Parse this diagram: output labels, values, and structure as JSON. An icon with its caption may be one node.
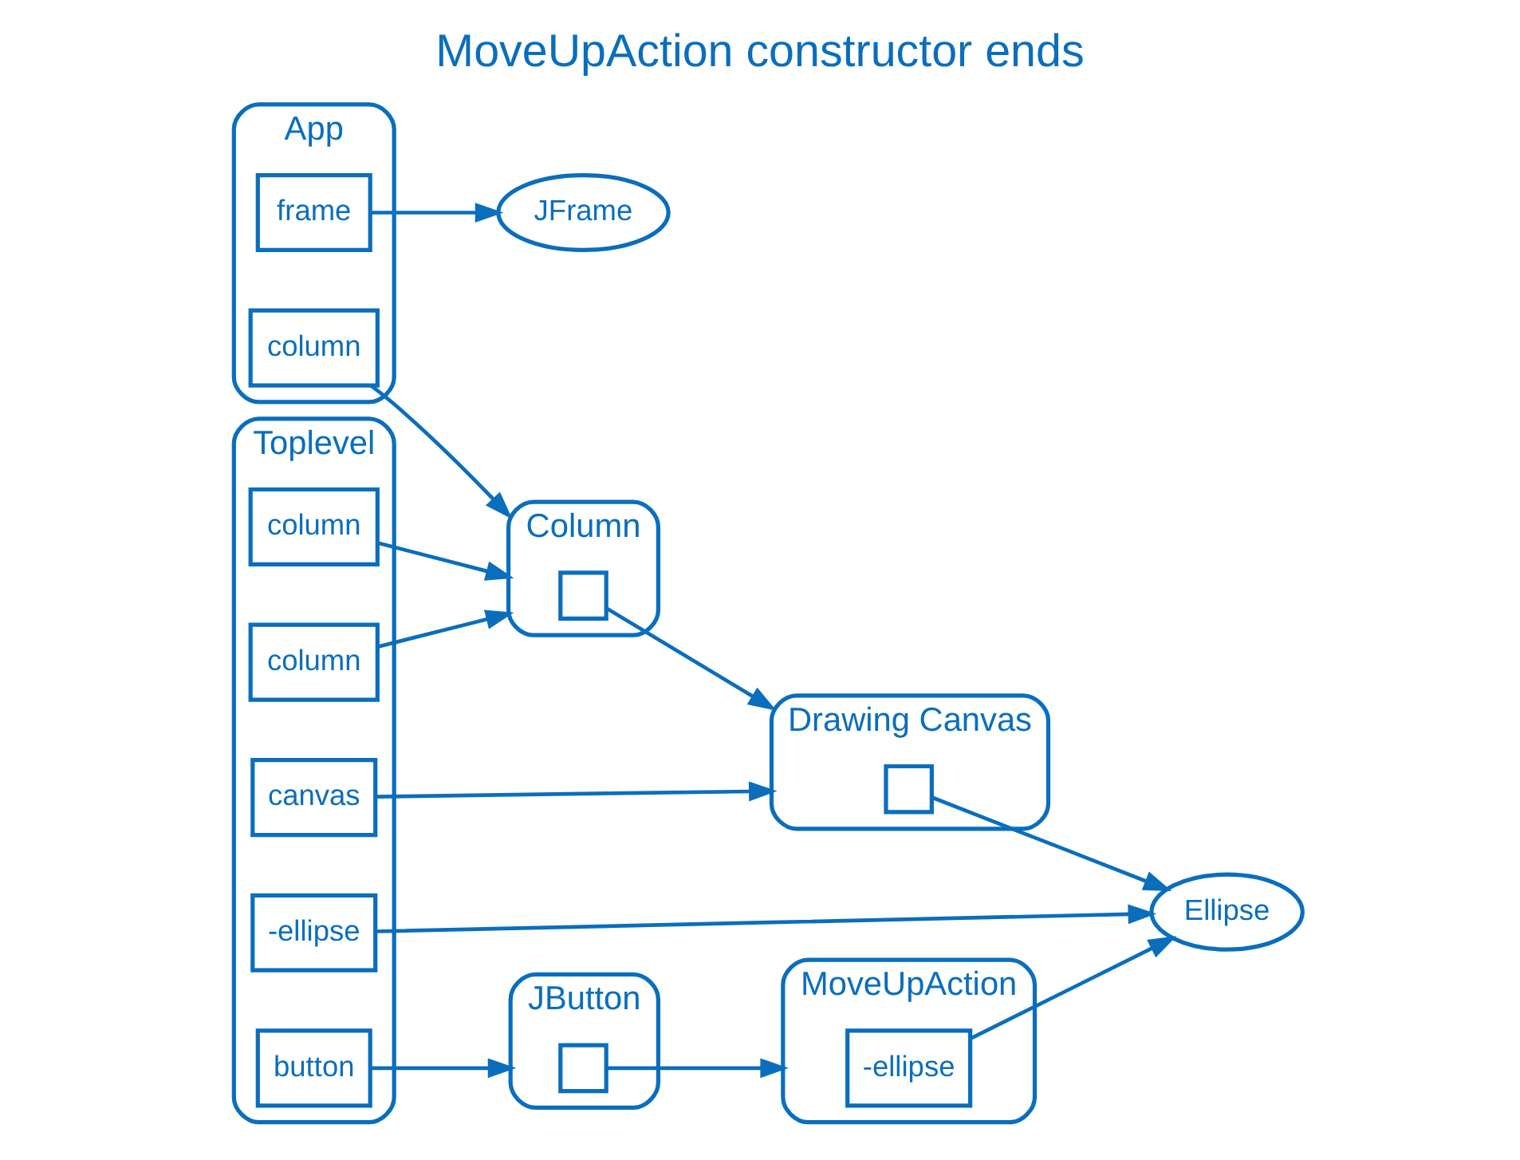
{
  "diagram": {
    "title": "MoveUpAction constructor ends",
    "nodes": [
      {
        "text": [
          "App"
        ]
      },
      {
        "text": [
          "frame"
        ],
        "in": 0
      },
      {
        "text": [
          "column"
        ],
        "in": 0
      },
      {
        "text": [
          "JFrame"
        ]
      },
      {
        "text": [
          "Column"
        ]
      },
      {
        "text": [],
        "shape": "box",
        "in": 4
      },
      {
        "text": [
          "Ellipse"
        ]
      },
      {
        "text": [
          "Toplevel"
        ]
      },
      {
        "text": [
          "-ellipse"
        ],
        "in": 7
      },
      {
        "text": [
          "column"
        ],
        "in": 7
      },
      {
        "text": [
          "column"
        ],
        "in": 7
      },
      {
        "text": [
          "button"
        ],
        "in": 7
      },
      {
        "text": [
          "canvas"
        ],
        "in": 7
      },
      {
        "text": [
          "Drawing Canvas"
        ]
      },
      {
        "text": [],
        "shape": "box",
        "in": 13
      },
      {
        "text": [
          "MoveUpAction"
        ]
      },
      {
        "text": [
          "-ellipse"
        ],
        "in": 15
      },
      {
        "text": [
          "JButton"
        ]
      },
      {
        "text": [],
        "shape": "box",
        "in": 17
      }
    ],
    "edges": [
      {
        "from": 1,
        "to": 3,
        "arrow": "to"
      },
      {
        "from": 2,
        "to": 4,
        "arrow": "to"
      },
      {
        "from": 8,
        "to": 6,
        "arrow": "to"
      },
      {
        "from": 9,
        "to": 4,
        "arrow": "to"
      },
      {
        "from": 10,
        "to": 4,
        "arrow": "to"
      },
      {
        "from": 11,
        "to": 17,
        "arrow": "to"
      },
      {
        "from": 12,
        "to": 13,
        "arrow": "to"
      },
      {
        "from": 16,
        "to": 6,
        "arrow": "to"
      },
      {
        "from": 5,
        "to": 13,
        "arrow": "to"
      },
      {
        "from": 18,
        "to": 15,
        "arrow": "to"
      },
      {
        "from": 14,
        "to": 6,
        "arrow": "to"
      }
    ]
  }
}
